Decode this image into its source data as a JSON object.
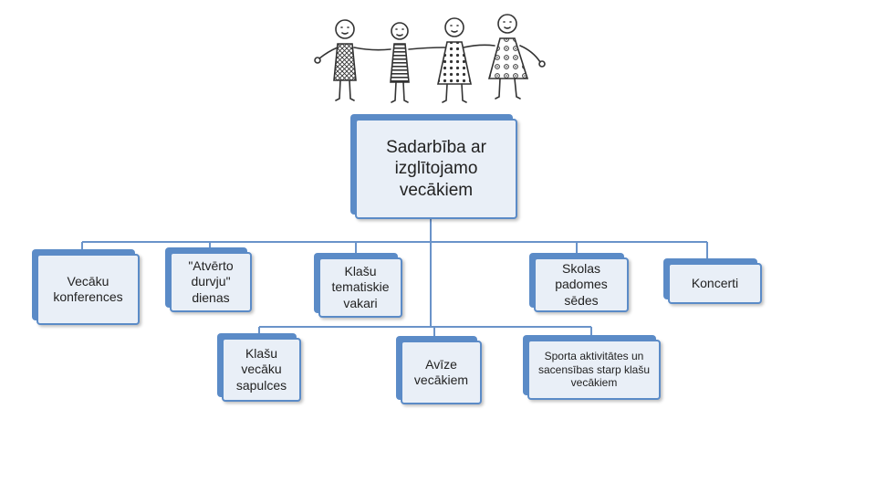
{
  "diagram": {
    "root": {
      "lines": [
        "Sadarbība ar",
        "izglītojamo",
        "vecākiem"
      ]
    },
    "nodes": [
      {
        "id": "vecaku-konferences",
        "lines": [
          "Vecāku",
          "konferences"
        ]
      },
      {
        "id": "atverto-durvju-dienas",
        "lines": [
          "\"Atvērto",
          "durvju\"",
          "dienas"
        ]
      },
      {
        "id": "klasu-vecaku-sapulces",
        "lines": [
          "Klašu",
          "vecāku",
          "sapulces"
        ]
      },
      {
        "id": "klasu-tematiskie-vakari",
        "lines": [
          "Klašu",
          "tematiskie",
          "vakari"
        ]
      },
      {
        "id": "avize-vecakiem",
        "lines": [
          "Avīze",
          "vecākiem"
        ]
      },
      {
        "id": "skolas-padomes-sedes",
        "lines": [
          "Skolas",
          "padomes",
          "sēdes"
        ]
      },
      {
        "id": "sporta-aktivitates",
        "lines": [
          "Sporta aktivitātes un",
          "sacensības starp klašu",
          "vecākiem"
        ]
      },
      {
        "id": "koncerti",
        "lines": [
          "Koncerti"
        ]
      }
    ]
  },
  "colors": {
    "node_fill": "#e9eff7",
    "node_border": "#5b8bc7",
    "connector": "#6a93c9",
    "text": "#222222"
  },
  "icons": {
    "illustration": "children-holding-hands-icon"
  }
}
